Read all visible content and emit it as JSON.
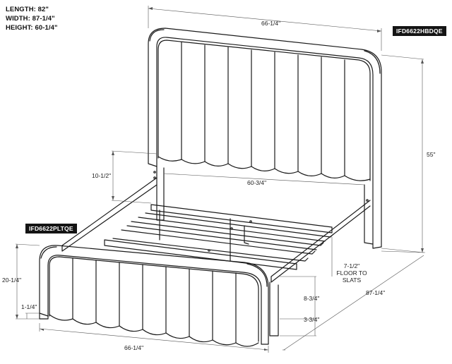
{
  "overall": {
    "length": "LENGTH: 82\"",
    "width": "WIDTH: 87-1/4\"",
    "height": "HEIGHT: 60-1/4\""
  },
  "parts": {
    "headboard": "IFD6622HBDQE",
    "footboard": "IFD6622PLTQE"
  },
  "dimensions": {
    "headboard_width": "66-1/4\"",
    "headboard_height": "55\"",
    "rail_height": "10-1/2\"",
    "inner_width": "60-3/4\"",
    "floor_to_slats_value": "7-1/2\"",
    "floor_to_slats_line1": "FLOOR TO",
    "floor_to_slats_line2": "SLATS",
    "length": "87-1/4\"",
    "footboard_height": "20-1/4\"",
    "foot_clearance": "1-1/4\"",
    "side_rail_height": "8-3/4\"",
    "leg_clearance": "3-3/4\"",
    "footboard_width": "66-1/4\""
  }
}
